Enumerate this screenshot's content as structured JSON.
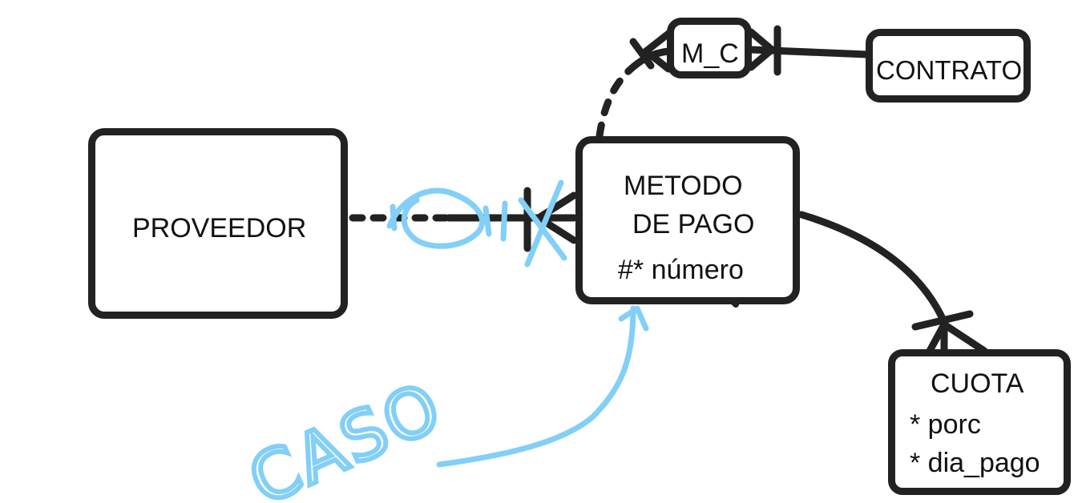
{
  "diagram": {
    "entities": {
      "proveedor": {
        "name": "PROVEEDOR"
      },
      "metodo_pago": {
        "name_line1": "METODO",
        "name_line2": "DE PAGO",
        "identifier": "#* número"
      },
      "m_c": {
        "name": "M_C"
      },
      "contrato": {
        "name": "CONTRATO"
      },
      "cuota": {
        "name": "CUOTA",
        "attributes": [
          "* porc",
          "* dia_pago"
        ]
      }
    },
    "annotation": {
      "text": "CASO"
    },
    "colors": {
      "ink": "#222222",
      "annotation": "#82cff7"
    }
  }
}
